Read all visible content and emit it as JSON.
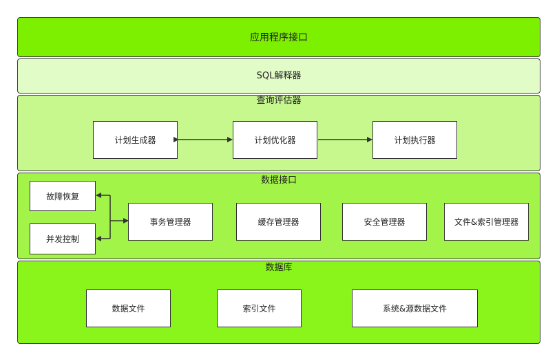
{
  "layers": {
    "api": {
      "label": "应用程序接口"
    },
    "sql": {
      "label": "SQL解释器"
    },
    "query": {
      "label": "查询评估器",
      "components": [
        "计划生成器",
        "计划优化器",
        "计划执行器"
      ]
    },
    "data_interface": {
      "label": "数据接口",
      "components": [
        "故障恢复",
        "并发控制",
        "事务管理器",
        "缓存管理器",
        "安全管理器",
        "文件&索引管理器"
      ]
    },
    "database": {
      "label": "数据库",
      "components": [
        "数据文件",
        "索引文件",
        "系统&源数据文件"
      ]
    }
  },
  "colors": {
    "bright_green": "#7df000",
    "light_green": "#e2fcc8",
    "mid_green": "#c6f88e",
    "lime_green": "#a3f448",
    "database_green": "#8af51a",
    "border": "#3a3a3a"
  }
}
